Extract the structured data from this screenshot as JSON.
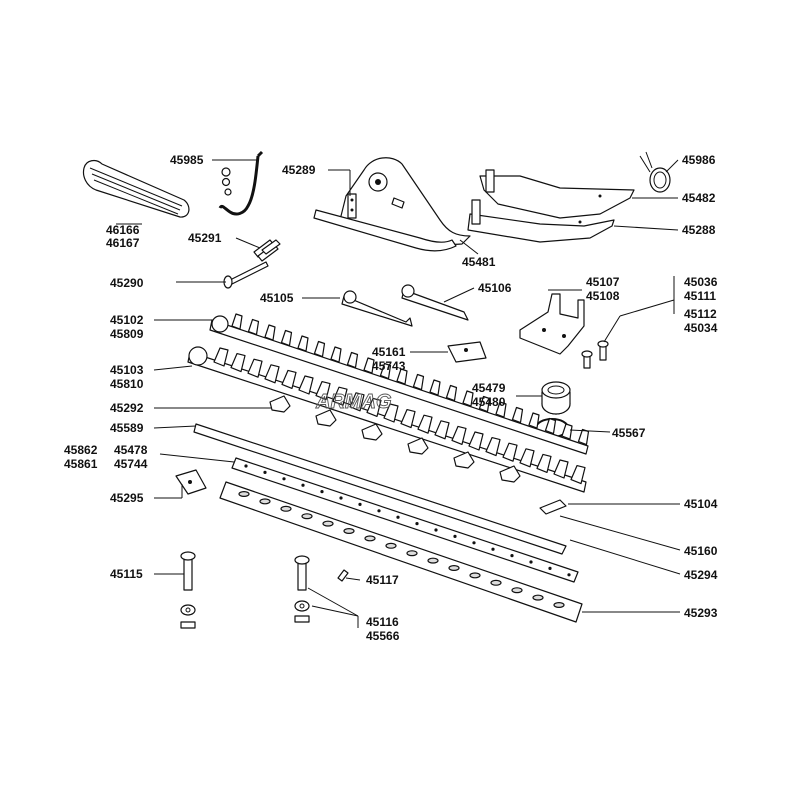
{
  "watermark": "ARMAG",
  "labels": {
    "p46166": "46166",
    "p46167": "46167",
    "p45985": "45985",
    "p45291": "45291",
    "p45290": "45290",
    "p45289": "45289",
    "p45481": "45481",
    "p45986": "45986",
    "p45482": "45482",
    "p45288": "45288",
    "p45105": "45105",
    "p45106": "45106",
    "p45107": "45107",
    "p45108": "45108",
    "p45036": "45036",
    "p45111": "45111",
    "p45112": "45112",
    "p45034": "45034",
    "p45102": "45102",
    "p45809": "45809",
    "p45161": "45161",
    "p45743": "45743",
    "p45103": "45103",
    "p45810": "45810",
    "p45479": "45479",
    "p45480": "45480",
    "p45292": "45292",
    "p45567": "45567",
    "p45589": "45589",
    "p45862": "45862",
    "p45861": "45861",
    "p45478": "45478",
    "p45744": "45744",
    "p45295": "45295",
    "p45104": "45104",
    "p45160": "45160",
    "p45294": "45294",
    "p45115": "45115",
    "p45117": "45117",
    "p45293": "45293",
    "p45116": "45116",
    "p45566": "45566"
  }
}
